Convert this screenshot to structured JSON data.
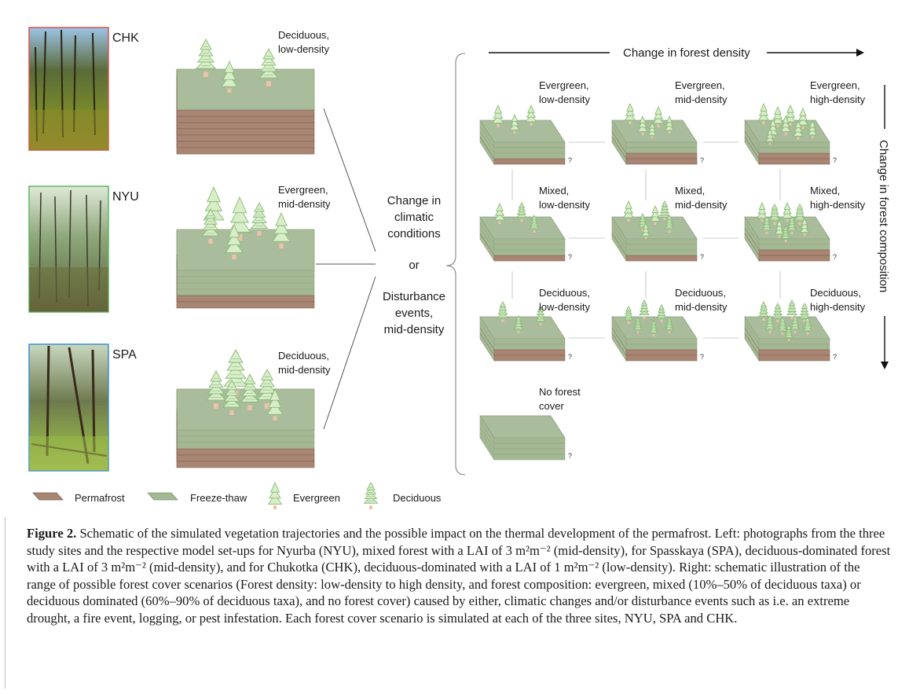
{
  "sites": [
    {
      "code": "CHK",
      "scenario_line1": "Deciduous,",
      "scenario_line2": "low-density",
      "photo_border": "#d9534f"
    },
    {
      "code": "NYU",
      "scenario_line1": "Evergreen,",
      "scenario_line2": "mid-density",
      "photo_border": "#5cb85c"
    },
    {
      "code": "SPA",
      "scenario_line1": "Deciduous,",
      "scenario_line2": "mid-density",
      "photo_border": "#3b8dd0"
    }
  ],
  "middle": {
    "line1": "Change in",
    "line2": "climatic",
    "line3": "conditions",
    "or": "or",
    "line4": "Disturbance",
    "line5": "events,",
    "line6": "mid-density"
  },
  "axes": {
    "density": "Change in forest density",
    "composition": "Change in forest composition"
  },
  "grid": [
    {
      "line1": "Evergreen,",
      "line2": "low-density"
    },
    {
      "line1": "Evergreen,",
      "line2": "mid-density"
    },
    {
      "line1": "Evergreen,",
      "line2": "high-density"
    },
    {
      "line1": "Mixed,",
      "line2": "low-density"
    },
    {
      "line1": "Mixed,",
      "line2": "mid-density"
    },
    {
      "line1": "Mixed,",
      "line2": "high-density"
    },
    {
      "line1": "Deciduous,",
      "line2": "low-density"
    },
    {
      "line1": "Deciduous,",
      "line2": "mid-density"
    },
    {
      "line1": "Deciduous,",
      "line2": "high-density"
    }
  ],
  "no_forest": {
    "line1": "No forest",
    "line2": "cover"
  },
  "question_mark": "?",
  "legend": {
    "permafrost": "Permafrost",
    "freeze_thaw": "Freeze-thaw",
    "evergreen": "Evergreen",
    "deciduous": "Deciduous"
  },
  "colors": {
    "top": "#a9bd9c",
    "freeze_thaw": "#a4b894",
    "permafrost": "#a98573",
    "evergreen_tree": "#d9edc8",
    "tree_outline": "#88bb78",
    "trunk": "#eec2aa"
  },
  "caption": {
    "label": "Figure 2.",
    "text": "Schematic of the simulated vegetation trajectories and the possible impact on the thermal development of the permafrost. Left: photographs from the three study sites and the respective model set-ups for Nyurba (NYU), mixed forest with a LAI of 3 m²m⁻² (mid-density), for Spasskaya (SPA), deciduous-dominated forest with a LAI of 3 m²m⁻² (mid-density), and for Chukotka (CHK), deciduous-dominated with a LAI of 1 m²m⁻² (low-density). Right: schematic illustration of the range of possible forest cover scenarios (Forest density: low-density to high density, and forest composition: evergreen, mixed (10%–50% of deciduous taxa) or deciduous dominated (60%–90% of deciduous taxa), and no forest cover) caused by either, climatic changes and/or disturbance events such as i.e. an extreme drought, a fire event, logging, or pest infestation. Each forest cover scenario is simulated at each of the three sites, NYU, SPA and CHK."
  }
}
